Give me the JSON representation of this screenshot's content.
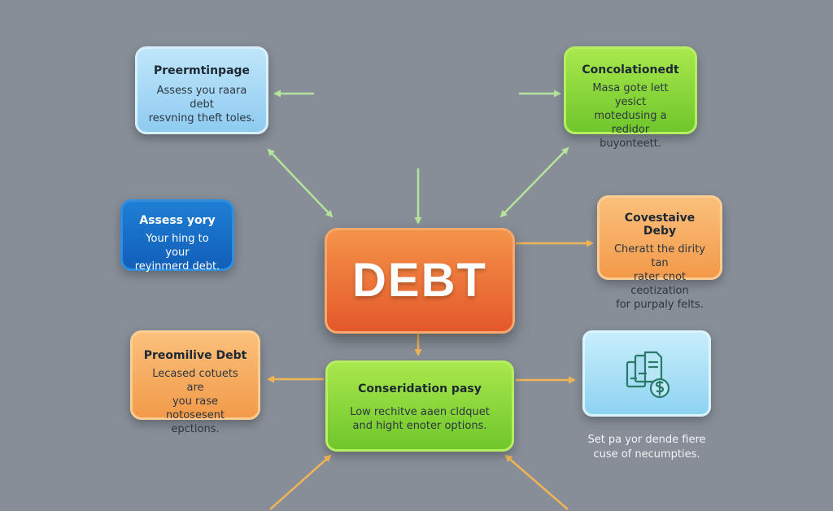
{
  "center": {
    "label": "DEBT"
  },
  "nodes": {
    "top_left": {
      "title": "Preermtinpage",
      "body": [
        "Assess you raara debt",
        "resvning theft toles."
      ]
    },
    "top_right": {
      "title": "Concolationedt",
      "body": [
        "Masa gote lett yesict",
        "motedusing a redidor",
        "buyonteett."
      ]
    },
    "mid_left": {
      "title": "Assess yory",
      "body": [
        "Your hing to your",
        "reyinmerd debt."
      ]
    },
    "mid_right": {
      "title": "Covestaive Deby",
      "body": [
        "Cheratt the dirity tan",
        "rater cnot ceotization",
        "for purpaly felts."
      ]
    },
    "low_left": {
      "title": "Preomilive Debt",
      "body": [
        "Lecased cotuets are",
        "you rase notosesent",
        "epctions."
      ]
    },
    "low_center": {
      "title": "Conseridation pasy",
      "body": [
        "Low rechitve aaen cldquet",
        "and hight enoter options."
      ]
    }
  },
  "icon_card": {
    "icon": "documents-dollar-icon",
    "caption": [
      "Set pa yor dende fiere",
      "cuse of necumpties."
    ]
  },
  "colors": {
    "background": "#878e97",
    "arrow_green": "#b4e39a",
    "arrow_orange": "#f0b554",
    "center": "#e8622f",
    "green_node": "#7ed23a",
    "orange_node": "#f5a85c",
    "blue_node": "#a8d9f5",
    "dark_blue_node": "#1a72cb",
    "icon_stroke": "#2a7a6a"
  }
}
